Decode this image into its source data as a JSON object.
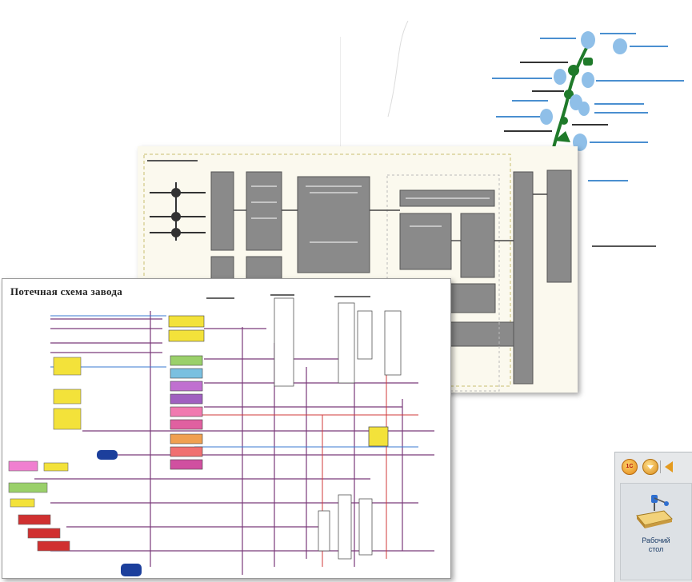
{
  "flow_sheet": {
    "title": "Потечная схема завода"
  },
  "desktop_widget": {
    "toolbar_logo": "1С",
    "button_label_line1": "Рабочий",
    "button_label_line2": "стол"
  },
  "colors": {
    "tree_nodes": "#8fbfe8",
    "tree_branch": "#1f7a2a",
    "block_fill": "#8a8a8a",
    "flow_lines": "#7a3a7a",
    "accent_orange": "#e2891a"
  },
  "icons": {
    "toolbar_1c": "1c-logo-icon",
    "toolbar_down": "dropdown-circle-icon",
    "toolbar_back": "back-arrow-icon",
    "desktop": "desktop-table-icon"
  }
}
